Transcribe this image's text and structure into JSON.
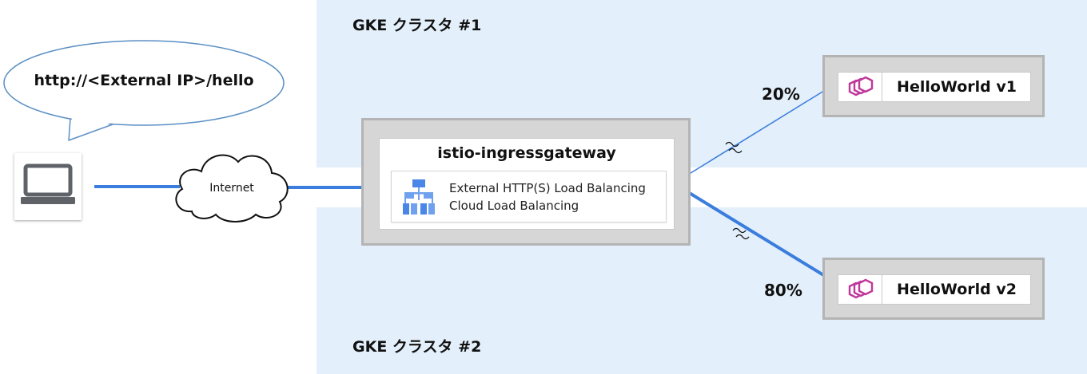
{
  "clusters": [
    {
      "label": "GKE クラスタ #1"
    },
    {
      "label": "GKE クラスタ #2"
    }
  ],
  "client": {
    "device_icon": "laptop-icon",
    "request_url": "http://<External IP>/hello"
  },
  "network": {
    "label": "Internet",
    "icon": "cloud-icon"
  },
  "gateway": {
    "title": "istio-ingressgateway",
    "icon": "load-balancer-icon",
    "lines": [
      "External HTTP(S) Load Balancing",
      "Cloud Load Balancing"
    ]
  },
  "services": [
    {
      "label": "HelloWorld v1",
      "icon": "service-mesh-icon",
      "traffic": "20%"
    },
    {
      "label": "HelloWorld v2",
      "icon": "service-mesh-icon",
      "traffic": "80%"
    }
  ],
  "colors": {
    "cluster_bg": "#e3effa",
    "arrow": "#3b7ddd",
    "mesh_icon": "#c0379a",
    "lb_icon": "#4a86e8"
  }
}
